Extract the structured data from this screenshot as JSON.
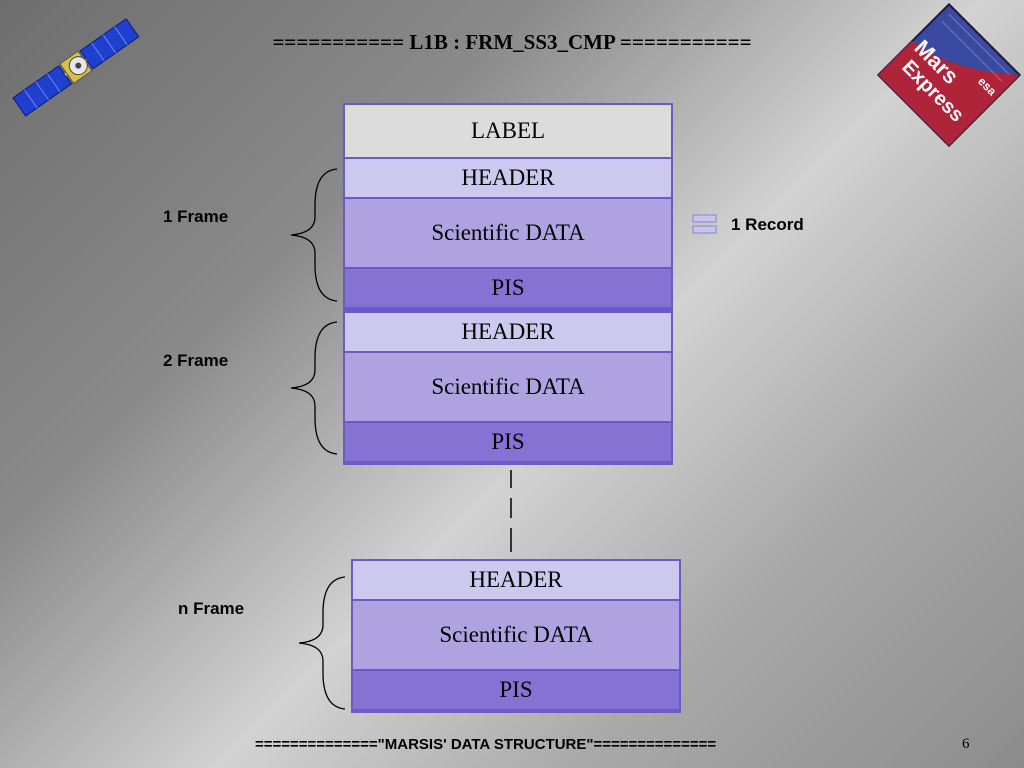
{
  "title": "=========== L1B : FRM_SS3_CMP ===========",
  "footer": "==============\"MARSIS' DATA STRUCTURE\"==============",
  "page_number": "6",
  "record_legend": "1 Record",
  "blocks": {
    "first": {
      "label": "LABEL",
      "header": "HEADER",
      "data": "Scientific DATA",
      "pis": "PIS"
    },
    "second": {
      "header": "HEADER",
      "data": "Scientific DATA",
      "pis": "PIS"
    },
    "last": {
      "header": "HEADER",
      "data": "Scientific DATA",
      "pis": "PIS"
    }
  },
  "frames": [
    "1 Frame",
    "2 Frame",
    "n Frame"
  ],
  "logos": {
    "mars_express": {
      "line1": "Mars",
      "line2": "Express",
      "esa": "esa"
    }
  },
  "colors": {
    "label_fill": "#dcdcdc",
    "header_fill": "#cdc8ee",
    "data_fill": "#aea3e0",
    "pis_fill": "#8572d2",
    "border": "#6a5ac6"
  }
}
